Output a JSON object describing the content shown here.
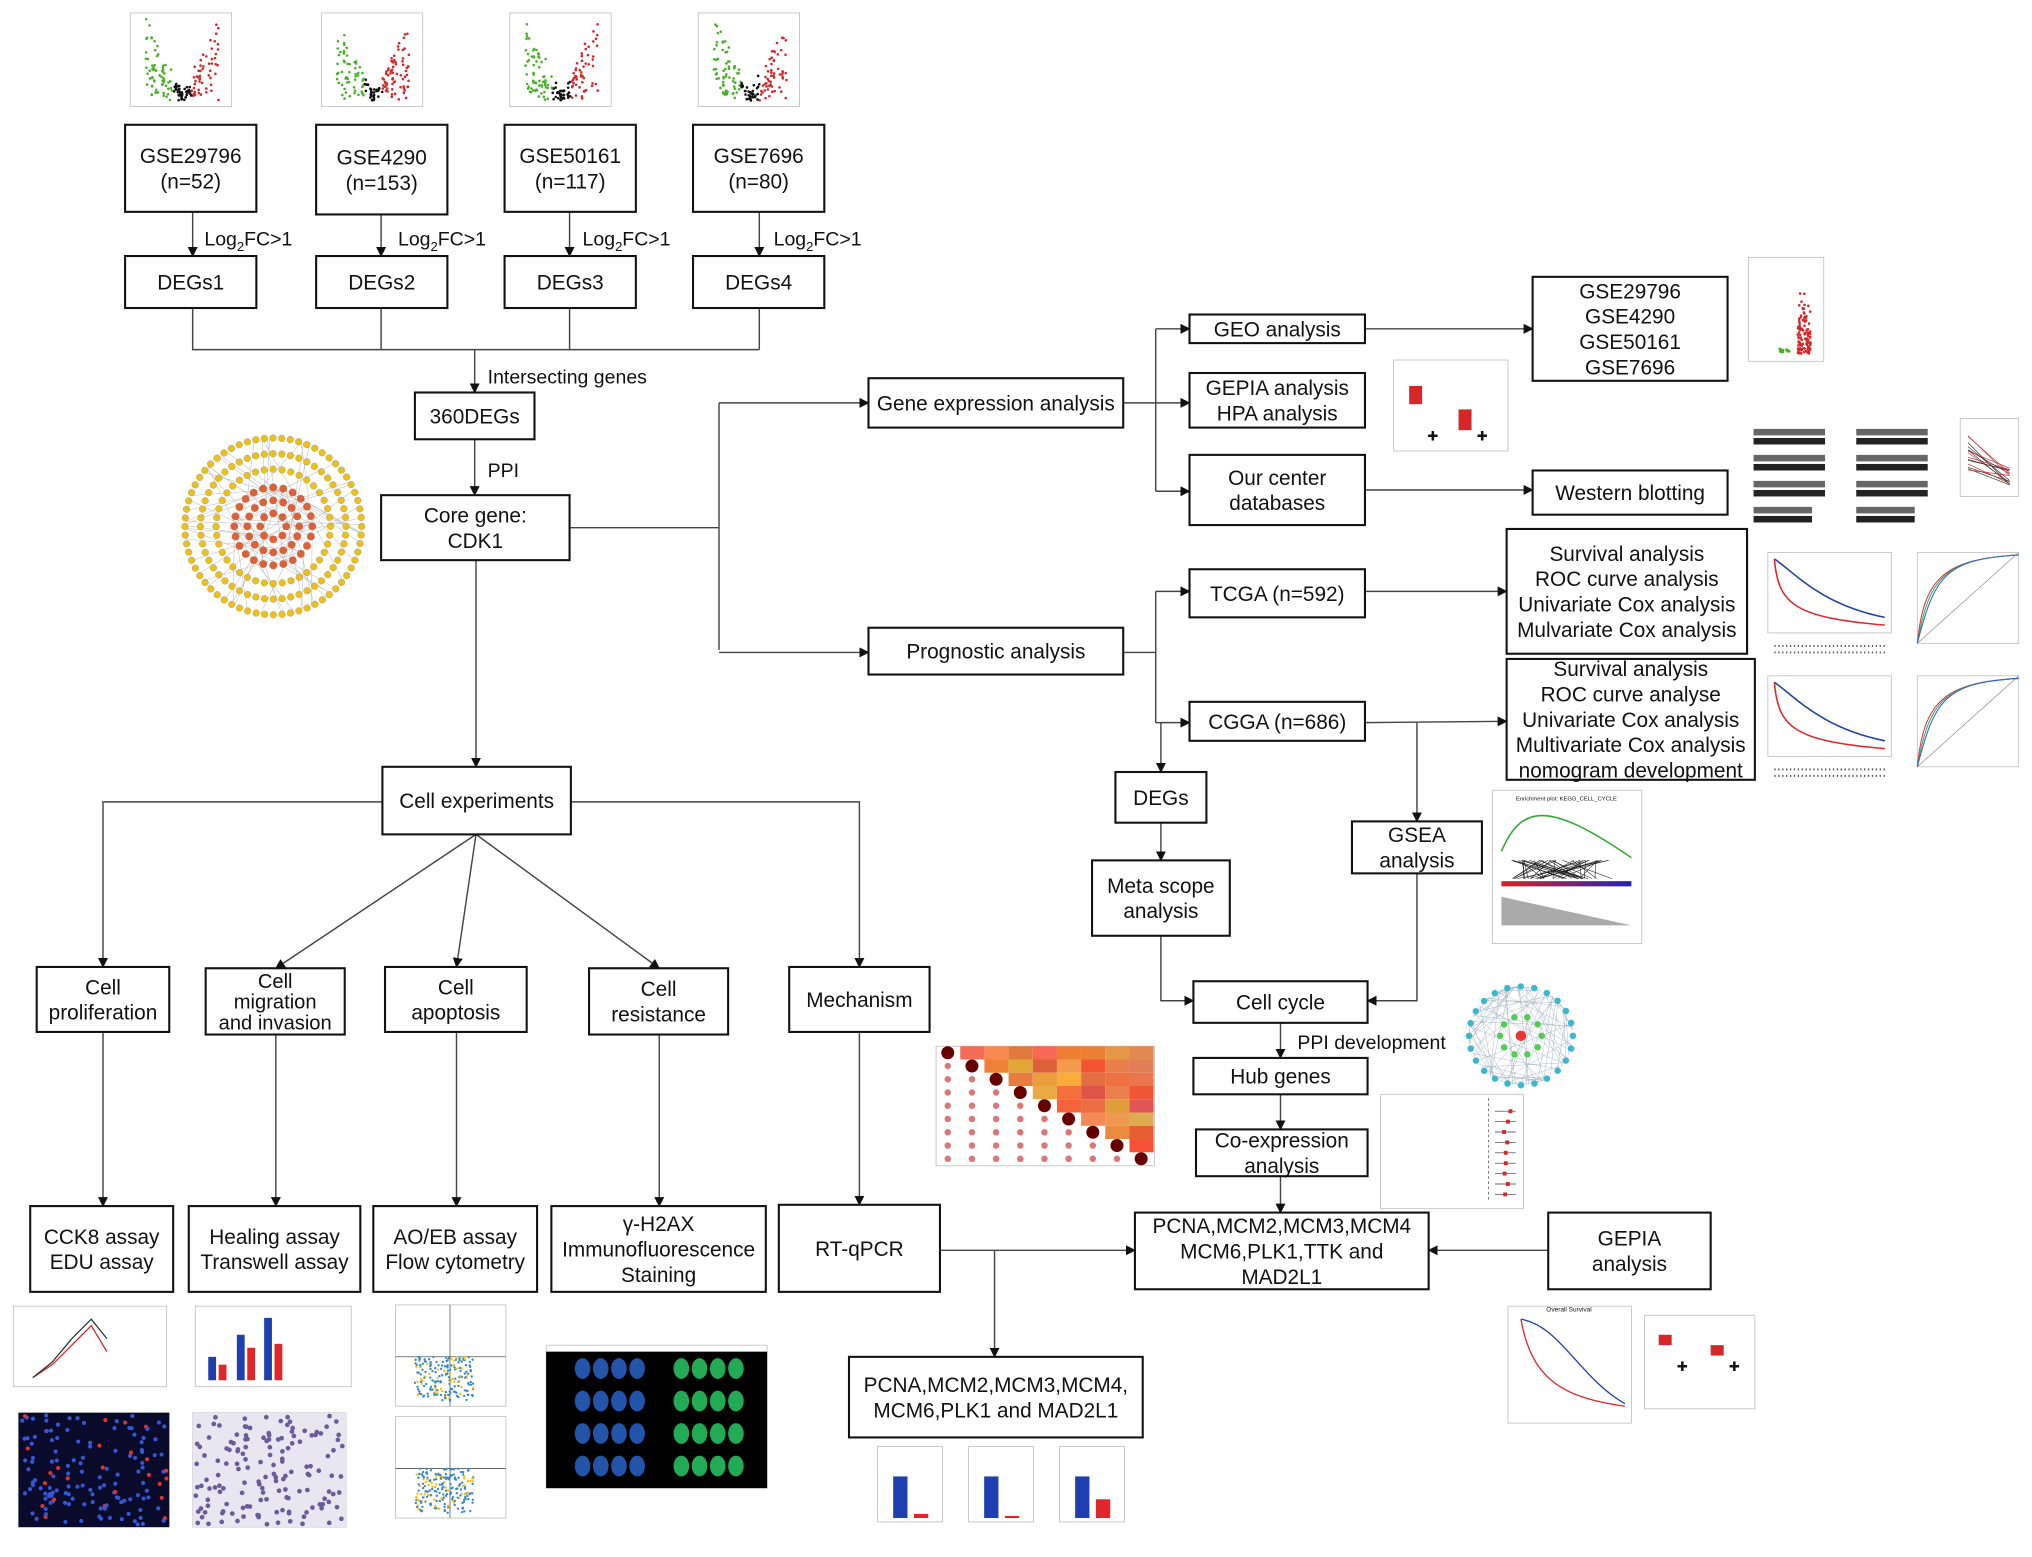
{
  "boxes": {
    "gse1": [
      "GSE29796",
      "(n=52)"
    ],
    "gse2": [
      "GSE4290",
      "(n=153)"
    ],
    "gse3": [
      "GSE50161",
      "(n=117)"
    ],
    "gse4": [
      "GSE7696",
      "(n=80)"
    ],
    "degs1": [
      "DEGs1"
    ],
    "degs2": [
      "DEGs2"
    ],
    "degs3": [
      "DEGs3"
    ],
    "degs4": [
      "DEGs4"
    ],
    "deg360": [
      "360DEGs"
    ],
    "core": [
      "Core gene:",
      "CDK1"
    ],
    "gene_expr": [
      "Gene expression analysis"
    ],
    "prognostic": [
      "Prognostic analysis"
    ],
    "geo": [
      "GEO analysis"
    ],
    "gepia_hpa": [
      "GEPIA analysis",
      "HPA analysis"
    ],
    "center": [
      "Our center",
      "databases"
    ],
    "gse_list": [
      "GSE29796",
      "GSE4290",
      "GSE50161",
      "GSE7696"
    ],
    "western": [
      "Western blotting"
    ],
    "tcga": [
      "TCGA (n=592)"
    ],
    "cgga": [
      "CGGA (n=686)"
    ],
    "tcga_res": [
      "Survival analysis",
      "ROC curve analysis",
      "Univariate Cox analysis",
      "Mulvariate Cox analysis"
    ],
    "cgga_res": [
      "Survival analysis",
      "ROC curve analyse",
      "Univariate Cox analysis",
      "Multivariate Cox analysis",
      "nomogram development"
    ],
    "degs": [
      "DEGs"
    ],
    "meta": [
      "Meta scope",
      "analysis"
    ],
    "gsea": [
      "GSEA",
      "analysis"
    ],
    "cell_cycle": [
      "Cell cycle"
    ],
    "hub": [
      "Hub genes"
    ],
    "coexp": [
      "Co-expression",
      "analysis"
    ],
    "hub_out": [
      "PCNA,MCM2,MCM3,MCM4",
      "MCM6,PLK1,TTK and",
      "MAD2L1"
    ],
    "gepia2": [
      "GEPIA",
      "analysis"
    ],
    "rtqpcr": [
      "RT-qPCR"
    ],
    "validated": [
      "PCNA,MCM2,MCM3,MCM4,",
      "MCM6,PLK1 and MAD2L1"
    ],
    "cell_exp": [
      "Cell experiments"
    ],
    "prolif": [
      "Cell",
      "proliferation"
    ],
    "migration": [
      "Cell",
      "migration",
      "and invasion"
    ],
    "apoptosis": [
      "Cell",
      "apoptosis"
    ],
    "resistance": [
      "Cell",
      "resistance"
    ],
    "mechanism": [
      "Mechanism"
    ],
    "cck8": [
      "CCK8 assay",
      "EDU assay"
    ],
    "healing": [
      "Healing assay",
      "Transwell assay"
    ],
    "aoeb": [
      "AO/EB assay",
      "Flow cytometry"
    ],
    "h2ax": [
      "γ-H2AX",
      "Immunofluorescence",
      "Staining"
    ]
  },
  "labels": {
    "log2fc": {
      "pre": "Log",
      "sub": "2",
      "post": "FC>1"
    },
    "intersecting": "Intersecting genes",
    "ppi": "PPI",
    "ppi_dev": "PPI development"
  },
  "thumbnails": {
    "gsea_title": "Enrichment plot: KEGG_CELL_CYCLE",
    "survival_title": "Overall Survival"
  },
  "colors": {
    "up": "#d62728",
    "down": "#4caf2a",
    "network_outer": "#e8c21a",
    "network_core": "#d9623b",
    "blue_series": "#1f3fb0",
    "red_series": "#e0262a"
  }
}
